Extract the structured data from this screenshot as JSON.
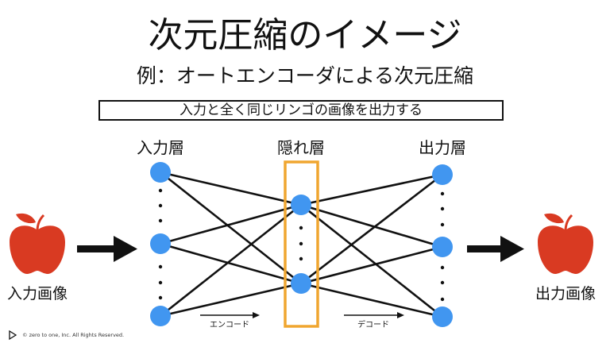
{
  "title": "次元圧縮のイメージ",
  "subtitle": "例：オートエンコーダによる次元圧縮",
  "caption": "入力と全く同じリンゴの画像を出力する",
  "layers": {
    "input": "入力層",
    "hidden": "隠れ層",
    "output": "出力層"
  },
  "images": {
    "input": "入力画像",
    "output": "出力画像"
  },
  "arrows": {
    "encode": "エンコード",
    "decode": "デコード"
  },
  "footer": "© zero to one, Inc. All Rights Reserved.",
  "colors": {
    "node": "#4196f0",
    "apple": "#d93a22",
    "highlight": "#f0a630"
  }
}
